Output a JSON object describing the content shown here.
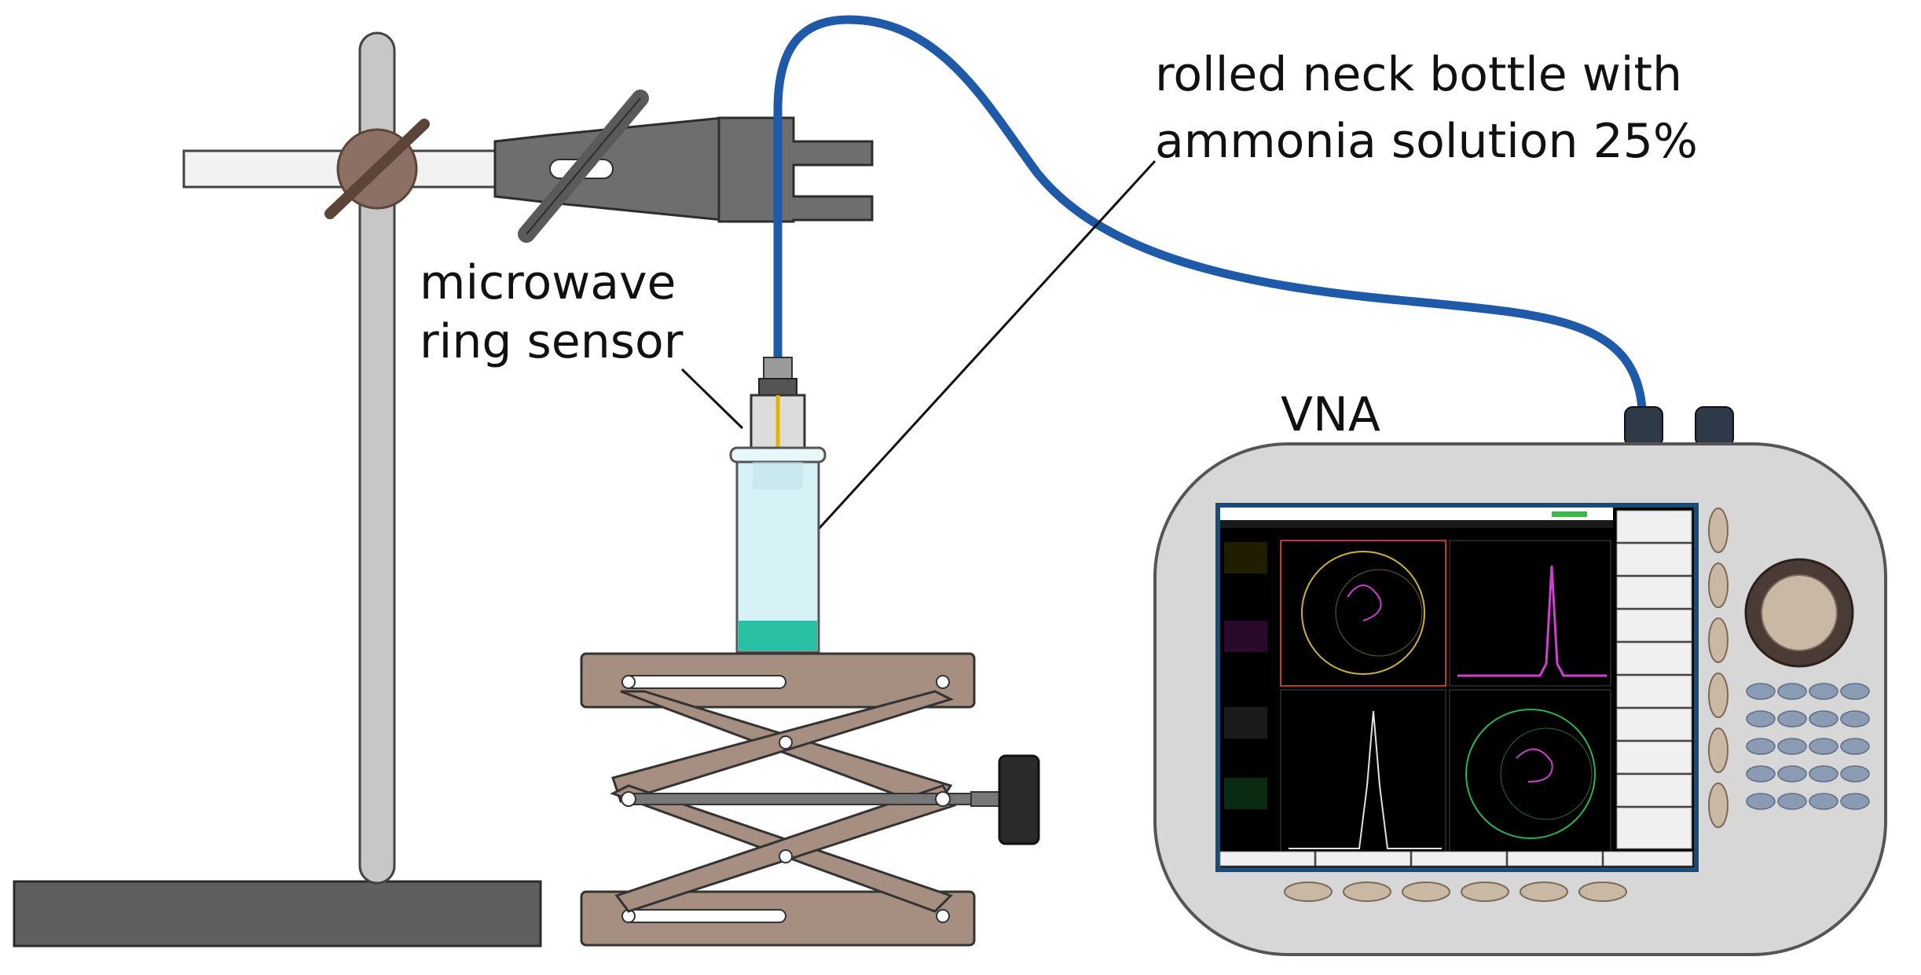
{
  "labels": {
    "bottle_line1": "rolled neck bottle with",
    "bottle_line2": "ammonia solution 25%",
    "sensor_line1": "microwave",
    "sensor_line2": "ring sensor",
    "vna": "VNA"
  },
  "colors": {
    "cable": "#1f5aa8",
    "clamp": "#6e6e6e",
    "boss": "#8c7063",
    "lab_jack": "#a68f80",
    "stand_base": "#5f5f5f",
    "liquid": "#27c0a3",
    "vna_body": "#d7d7d7",
    "screen_frame": "#1c4c74",
    "trace_magenta": "#d23fd0",
    "trace_yellow": "#c9b23a",
    "trace_green": "#27b35a"
  }
}
